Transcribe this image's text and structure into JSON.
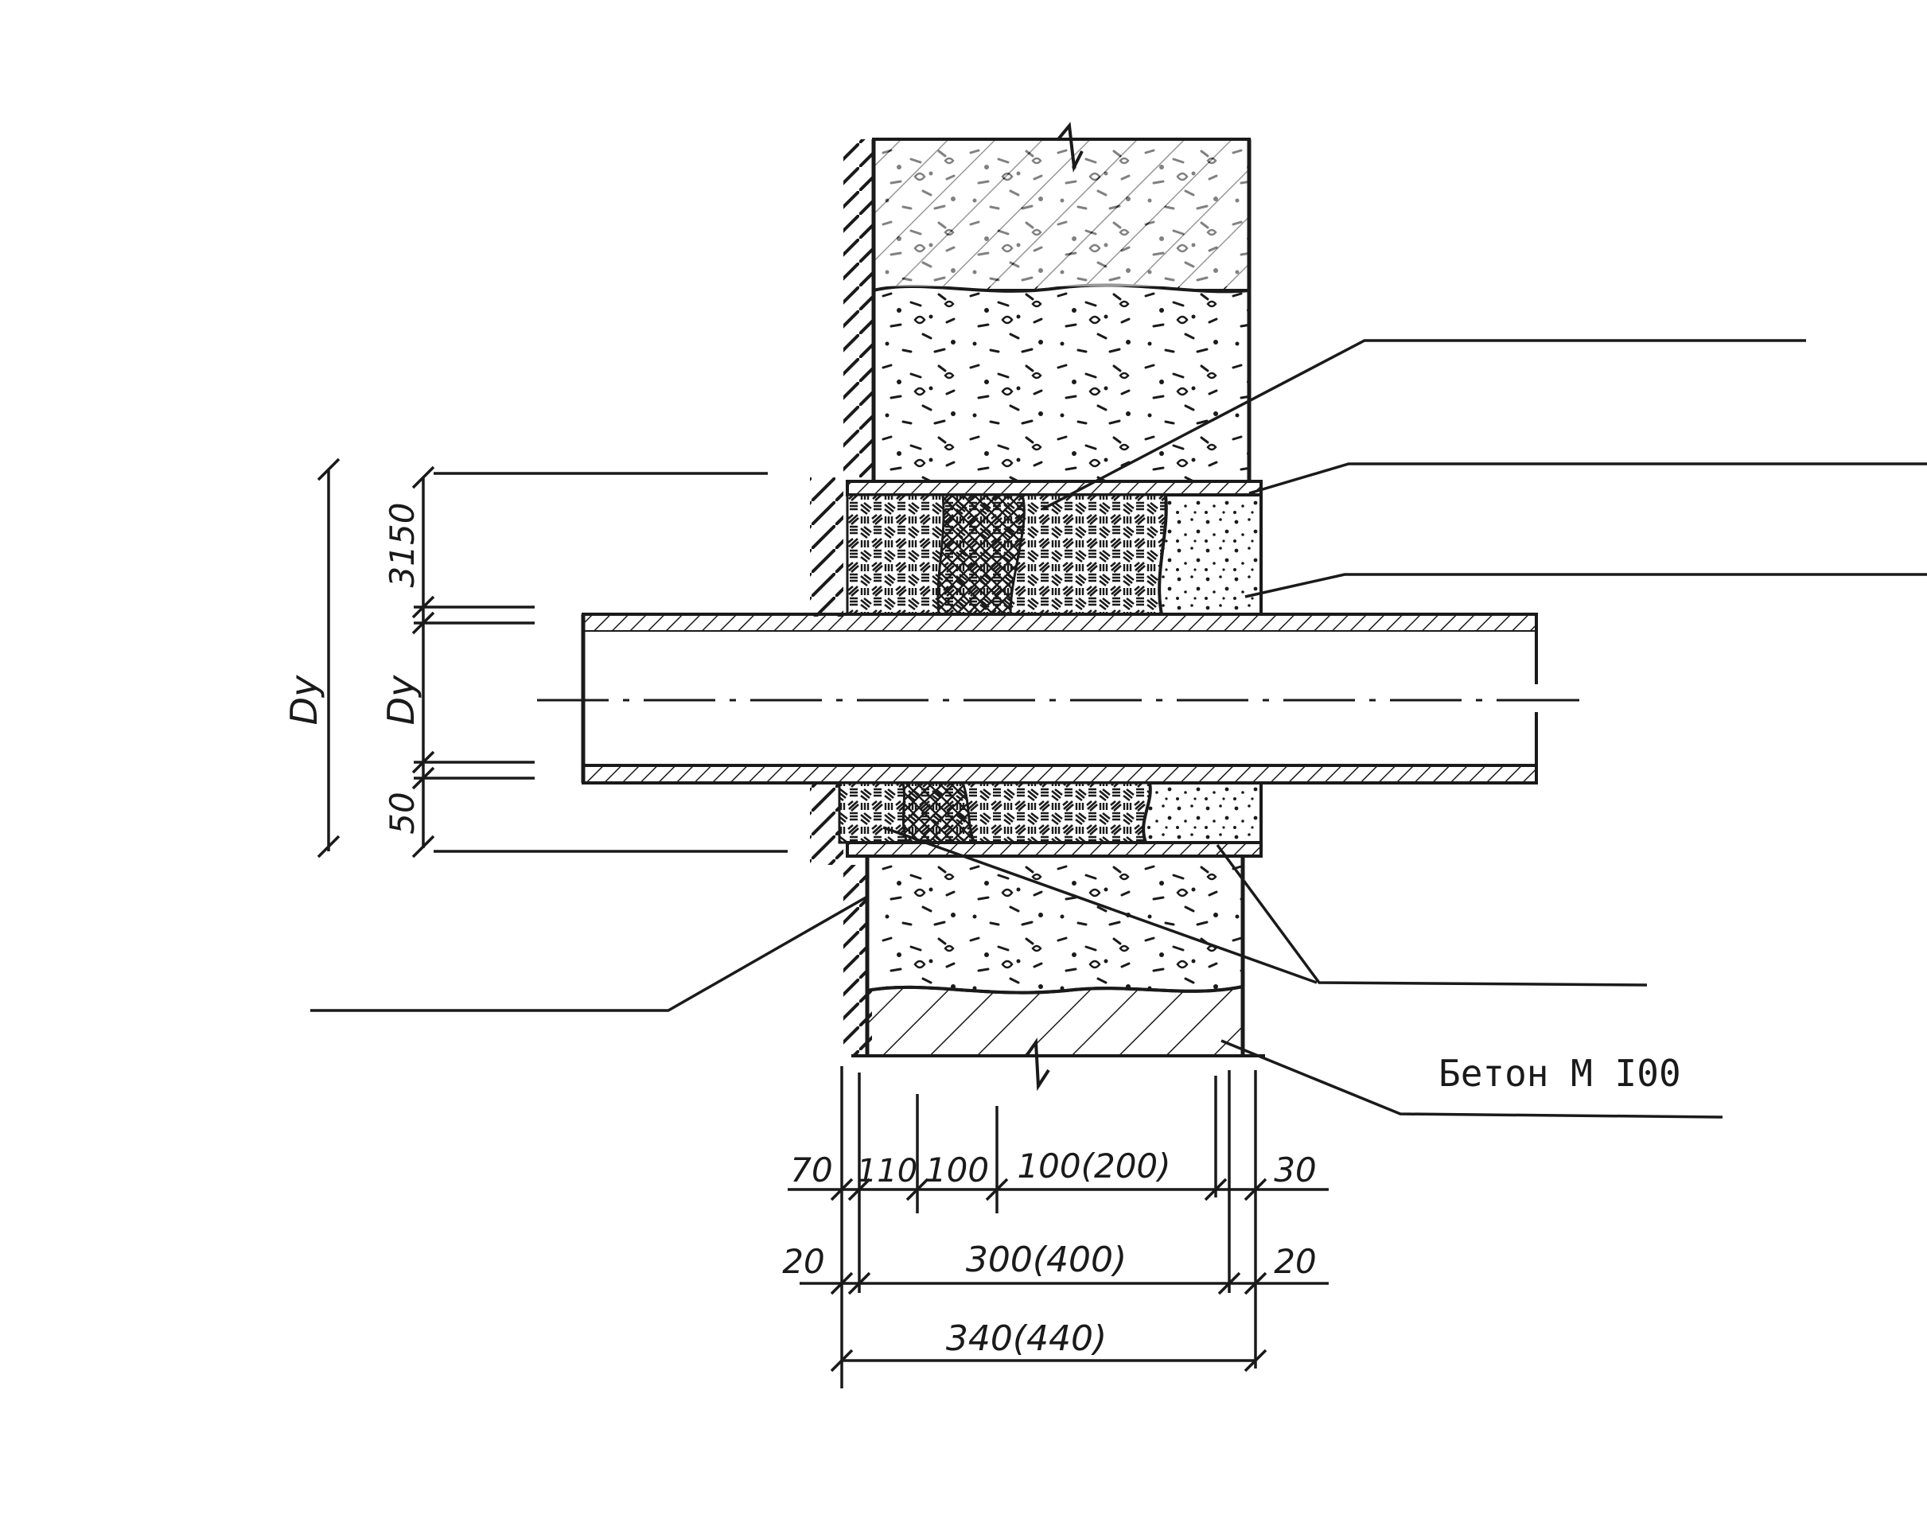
{
  "diagram": {
    "material_label": "Бетон М I00",
    "vertical_dims": {
      "overall": "Dy",
      "top_gap": "3150",
      "pipe": "Dy",
      "bottom_gap": "50"
    },
    "bottom_dims": {
      "row1": [
        "70",
        "110",
        "100",
        "100(200)",
        "30"
      ],
      "row2": [
        "20",
        "300(400)",
        "20"
      ],
      "row3": "340(440)"
    }
  }
}
